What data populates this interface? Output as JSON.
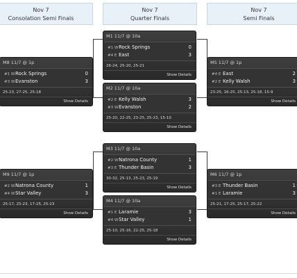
{
  "headers": [
    {
      "date": "Nov 7",
      "title": "Consolation Semi Finals"
    },
    {
      "date": "Nov 7",
      "title": "Quarter Finals"
    },
    {
      "date": "Nov 7",
      "title": "Semi Finals"
    }
  ],
  "show_details": "Show Details",
  "matches": {
    "m1": {
      "head": "M1 11/7 @ 10a",
      "t1": {
        "seed": "#1 W",
        "name": "Rock Springs",
        "score": "0"
      },
      "t2": {
        "seed": "#4 E",
        "name": "East",
        "score": "3"
      },
      "scores": "26-24, 25-20, 25-21"
    },
    "m2": {
      "head": "M2 11/7 @ 10a",
      "t1": {
        "seed": "#2 E",
        "name": "Kelly Walsh",
        "score": "3"
      },
      "t2": {
        "seed": "#3 W",
        "name": "Evanston",
        "score": "2"
      },
      "scores": "25-20, 22-25, 23-25, 25-23, 15-10"
    },
    "m3": {
      "head": "M3 11/7 @ 10a",
      "t1": {
        "seed": "#2 W",
        "name": "Natrona County",
        "score": "1"
      },
      "t2": {
        "seed": "#3 E",
        "name": "Thunder Basin",
        "score": "3"
      },
      "scores": "30-32, 25-13, 25-23, 25-19"
    },
    "m4": {
      "head": "M4 11/7 @ 10a",
      "t1": {
        "seed": "#1 E",
        "name": "Laramie",
        "score": "3"
      },
      "t2": {
        "seed": "#4 W",
        "name": "Star Valley",
        "score": "1"
      },
      "scores": "25-10, 25-16, 22-25, 25-18"
    },
    "m5": {
      "head": "M5 11/7 @ 1p",
      "t1": {
        "seed": "#4 E",
        "name": "East",
        "score": "2"
      },
      "t2": {
        "seed": "#2 E",
        "name": "Kelly Walsh",
        "score": "3"
      },
      "scores": "23-25, 16-25, 25-13, 25-18, 15-9"
    },
    "m6": {
      "head": "M6 11/7 @ 1p",
      "t1": {
        "seed": "#3 E",
        "name": "Thunder Basin",
        "score": "1"
      },
      "t2": {
        "seed": "#1 E",
        "name": "Laramie",
        "score": "3"
      },
      "scores": "25-21, 17-25, 25-17, 25-22"
    },
    "m8": {
      "head": "M8 11/7 @ 1p",
      "t1": {
        "seed": "#1 W",
        "name": "Rock Springs",
        "score": "0"
      },
      "t2": {
        "seed": "#3 W",
        "name": "Evanston",
        "score": "3"
      },
      "scores": "25-23, 27-25, 25-18"
    },
    "m9": {
      "head": "M9 11/7 @ 1p",
      "t1": {
        "seed": "#2 W",
        "name": "Natrona County",
        "score": "1"
      },
      "t2": {
        "seed": "#4 W",
        "name": "Star Valley",
        "score": "3"
      },
      "scores": "25-17, 25-23, 17-25, 25-23"
    }
  }
}
